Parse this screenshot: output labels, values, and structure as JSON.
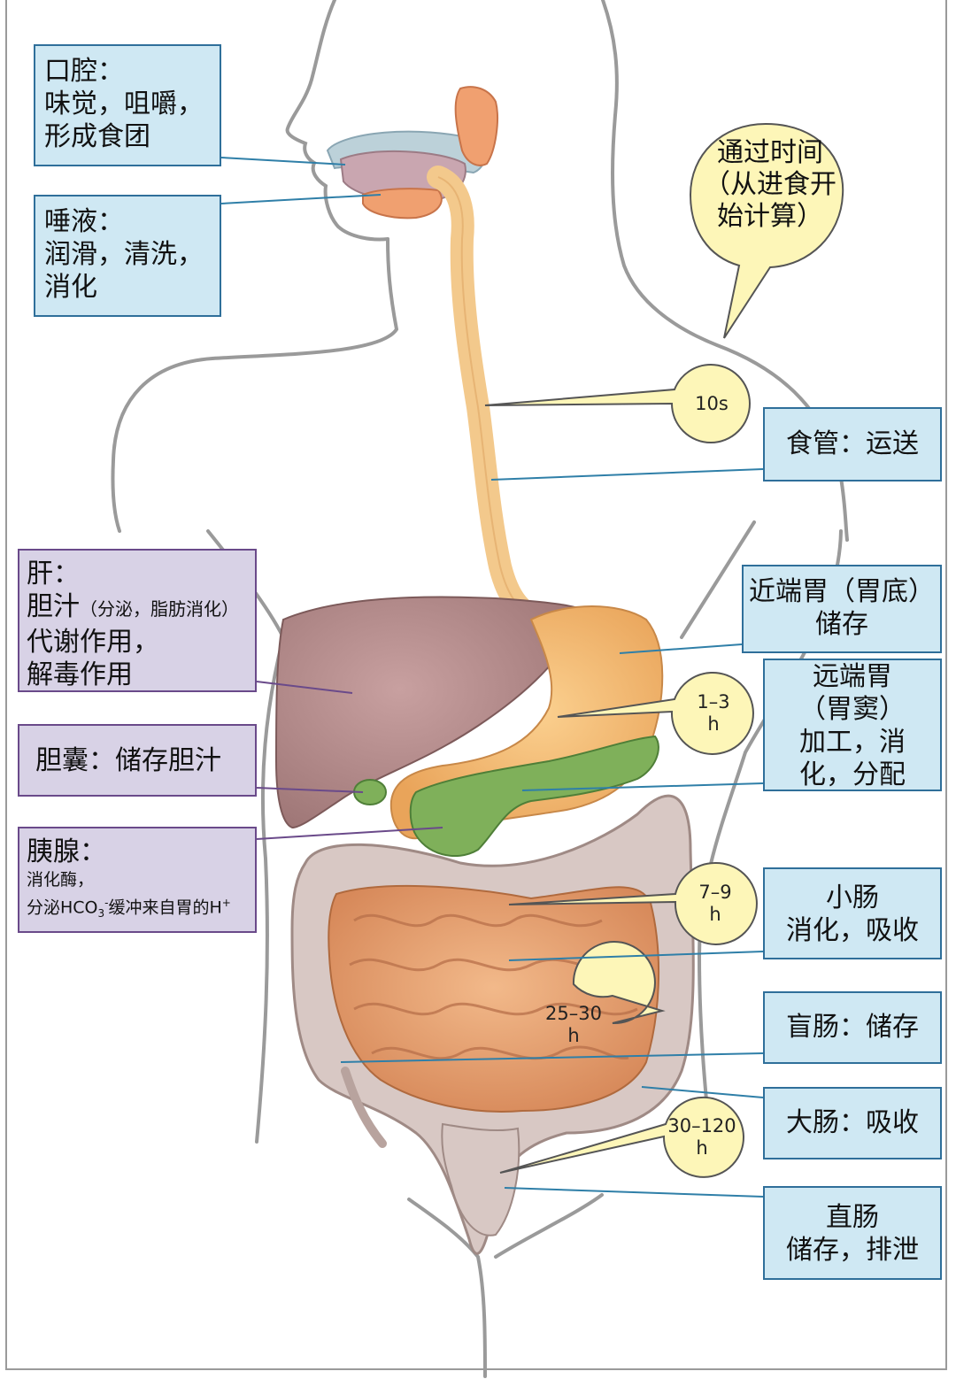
{
  "colors": {
    "label_blue_bg": "#cfe8f3",
    "label_blue_border": "#2f6f9a",
    "label_purple_bg": "#d8d2e6",
    "label_purple_border": "#6a4a8a",
    "bubble_fill": "#fdf6b8",
    "leader_line": "#2f7fa8",
    "body_outline": "#9a9a9a"
  },
  "transit_callout": {
    "line1": "通过时间",
    "line2": "（从进食开",
    "line3": "始计算）"
  },
  "labels": {
    "mouth": {
      "title": "口腔：",
      "line2": "味觉，咀嚼，",
      "line3": "形成食团"
    },
    "saliva": {
      "title": "唾液：",
      "line2": "润滑，清洗，",
      "line3": "消化"
    },
    "esophagus": {
      "text": "食管：运送"
    },
    "liver": {
      "title": "肝：",
      "line2_main": "胆汁",
      "line2_small": "（分泌，脂肪消化）",
      "line3": "代谢作用，",
      "line4": "解毒作用"
    },
    "gallbladder": {
      "text": "胆囊：储存胆汁"
    },
    "pancreas": {
      "title": "胰腺：",
      "line2": "消化酶，",
      "line3_a": "分泌HCO",
      "line3_sub": "3",
      "line3_sup": "-",
      "line3_b": "缓冲来自胃的H",
      "line3_plus": "+"
    },
    "proximal_stomach": {
      "line1": "近端胃（胃底）",
      "line2": "储存"
    },
    "distal_stomach": {
      "line1": "远端胃",
      "line2": "（胃窦）",
      "line3": "加工，消",
      "line4": "化，分配"
    },
    "small_intestine": {
      "line1": "小肠",
      "line2": "消化，吸收"
    },
    "cecum": {
      "text": "盲肠：储存"
    },
    "large_intestine": {
      "text": "大肠：吸收"
    },
    "rectum": {
      "line1": "直肠",
      "line2": "储存，排泄"
    }
  },
  "time_bubbles": {
    "esophagus": {
      "line1": "10s"
    },
    "stomach": {
      "line1": "1–3",
      "line2": "h"
    },
    "small_intestine": {
      "line1": "7–9",
      "line2": "h"
    },
    "cecum": {
      "line1": "25–30",
      "line2": "h"
    },
    "large_intestine": {
      "line1": "30–120",
      "line2": "h"
    }
  }
}
